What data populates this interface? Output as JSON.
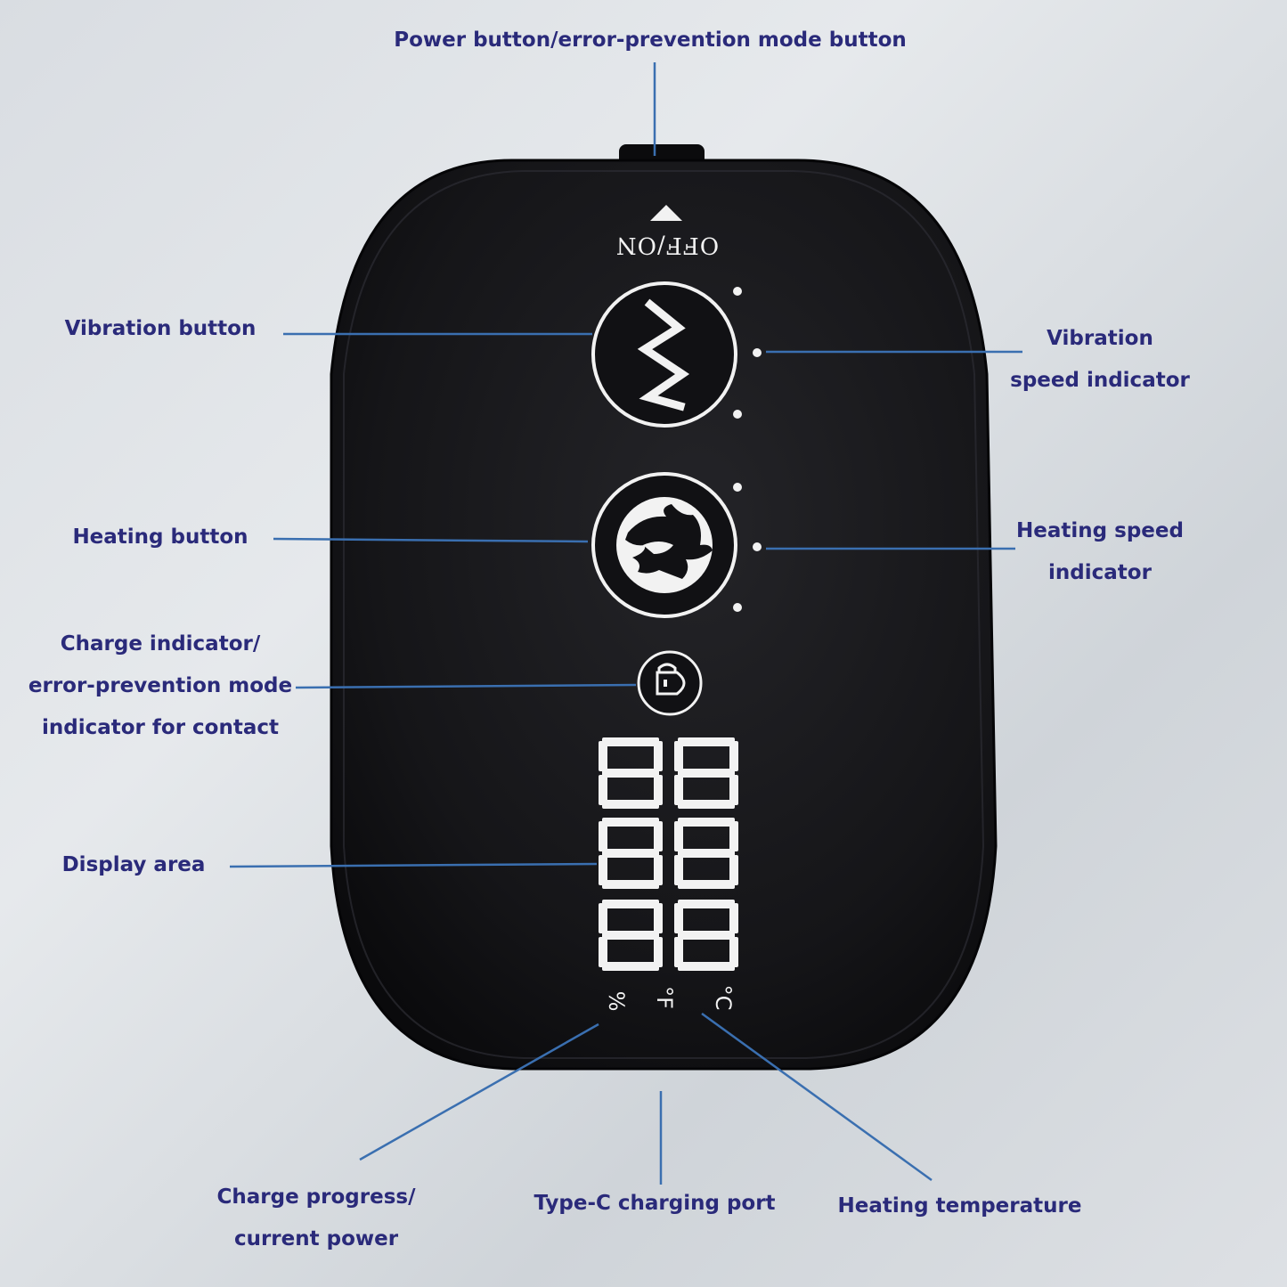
{
  "labels": {
    "power": "Power button/error-prevention mode button",
    "vibration_button": "Vibration button",
    "vibration_indicator": [
      "Vibration",
      "speed indicator"
    ],
    "heating_button": "Heating button",
    "heating_indicator": [
      "Heating speed",
      "indicator"
    ],
    "charge_indicator": [
      "Charge indicator/",
      "error-prevention mode",
      "indicator for contact"
    ],
    "display_area": "Display area",
    "charge_progress": [
      "Charge progress/",
      "current power"
    ],
    "type_c": "Type-C charging port",
    "heating_temperature": "Heating temperature"
  },
  "device": {
    "off_on_text": "OFF/ON",
    "unit_percent": "%",
    "unit_fahrenheit": "°F",
    "unit_celsius": "°C"
  },
  "colors": {
    "label_text": "#2a2a7a",
    "leader_line": "#3a6fb0",
    "device_body": "#111114",
    "device_print": "#f2f2f2"
  }
}
